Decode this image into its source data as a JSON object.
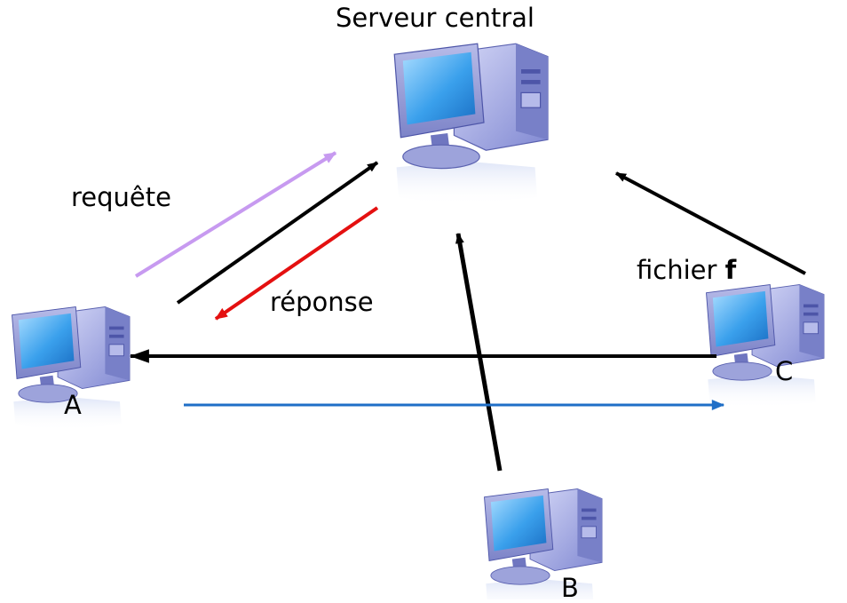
{
  "title": "Serveur central",
  "nodes": {
    "server": {
      "label": "Serveur central"
    },
    "a": {
      "label": "A"
    },
    "b": {
      "label": "B"
    },
    "c": {
      "label": "C"
    }
  },
  "labels": {
    "request": "requête",
    "response": "réponse",
    "file_prefix": "fichier",
    "file_name": "f"
  },
  "icons": {
    "computer": "desktop-computer-icon"
  },
  "colors": {
    "request_arrow": "#c79af0",
    "response_arrow": "#e41010",
    "connection_arrow": "#000000",
    "transfer_arrow": "#1f6fc7",
    "screen": "#3aa0ec",
    "case": "#9aa0de"
  }
}
